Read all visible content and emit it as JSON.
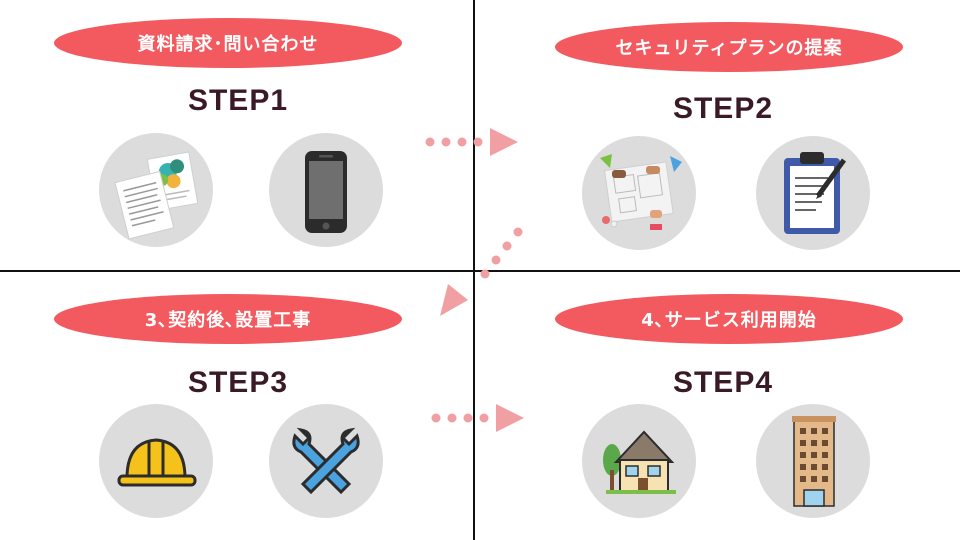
{
  "quadrants": [
    {
      "title": "資料請求･問い合わせ",
      "step": "STEP1",
      "icons": [
        "documents-icon",
        "smartphone-icon"
      ]
    },
    {
      "title": "セキュリティプランの提案",
      "step": "STEP2",
      "icons": [
        "planning-meeting-icon",
        "clipboard-icon"
      ]
    },
    {
      "title": "3､契約後､設置工事",
      "step": "STEP3",
      "icons": [
        "hard-hat-icon",
        "wrench-icon"
      ]
    },
    {
      "title": "4､サービス利用開始",
      "step": "STEP4",
      "icons": [
        "house-icon",
        "apartment-building-icon"
      ]
    }
  ],
  "colors": {
    "pill": "#f25a5f",
    "arrow": "#f0a0a3",
    "circle": "#dcdcdc",
    "step_text": "#3a1a26",
    "divider": "#111111"
  }
}
